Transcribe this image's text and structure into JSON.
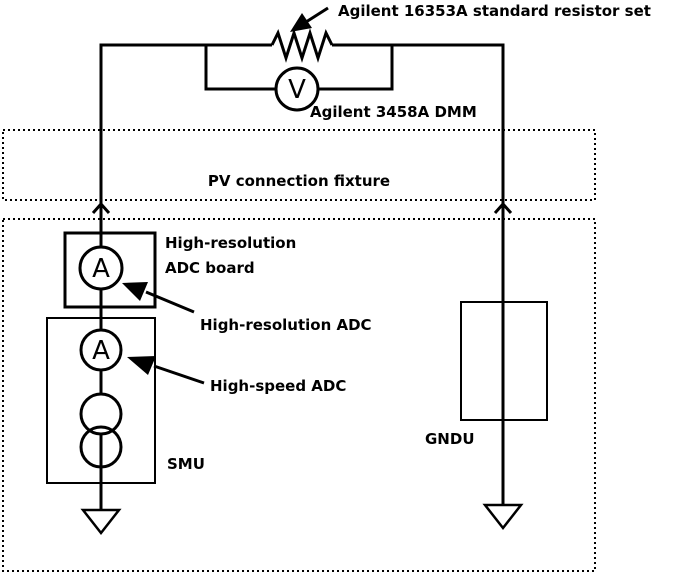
{
  "labels": {
    "resistor_set": "Agilent 16353A standard resistor set",
    "dmm": "Agilent 3458A DMM",
    "fixture": "PV connection fixture",
    "adc_board_line1": "High-resolution",
    "adc_board_line2": "ADC board",
    "hr_adc": "High-resolution ADC",
    "hs_adc": "High-speed ADC",
    "smu": "SMU",
    "gndu": "GNDU"
  },
  "symbols": {
    "ammeter": "A",
    "voltmeter": "V"
  }
}
